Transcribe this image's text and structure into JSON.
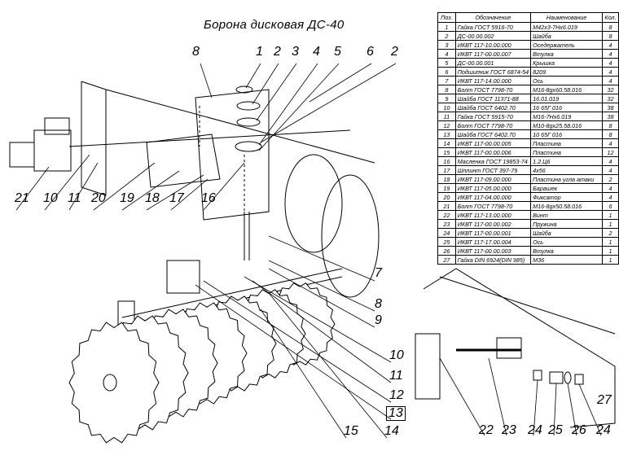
{
  "title": "Борона дисковая ДС-40",
  "table": {
    "headers": [
      "Поз.",
      "Обозначение",
      "Наименование",
      "Кол."
    ],
    "rows": [
      [
        "1",
        "Гайка ГОСТ 5916-70",
        "М42х3-7Нх6.019",
        "8"
      ],
      [
        "2",
        "ДС-00.00.002",
        "Шайба",
        "8"
      ],
      [
        "3",
        "ИКВТ 117-10.00.000",
        "Оседержатель",
        "4"
      ],
      [
        "4",
        "ИКВТ 117-00.00.007",
        "Втулка",
        "4"
      ],
      [
        "5",
        "ДС-00.00.001",
        "Крышка",
        "4"
      ],
      [
        "6",
        "Подшипник ГОСТ 6874-54",
        "8209",
        "4"
      ],
      [
        "7",
        "ИКВТ 117-14.00.000",
        "Ось",
        "4"
      ],
      [
        "8",
        "Болт ГОСТ 7798-70",
        "М16-8gх60.58.016",
        "32"
      ],
      [
        "9",
        "Шайба ГОСТ 11371-88",
        "16.01.019",
        "32"
      ],
      [
        "10",
        "Шайба ГОСТ 6402.70",
        "16 65Г 016",
        "38"
      ],
      [
        "11",
        "Гайка ГОСТ 5915-70",
        "М16-7Нх6.019",
        "38"
      ],
      [
        "12",
        "Болт ГОСТ 7798-70",
        "М10-8gх25.58.016",
        "8"
      ],
      [
        "13",
        "Шайба ГОСТ 6402.70",
        "10 65Г 016",
        "8"
      ],
      [
        "14",
        "ИКВТ 117-00.00.005",
        "Пластина",
        "4"
      ],
      [
        "15",
        "ИКВТ 117-00.00.006",
        "Пластина",
        "12"
      ],
      [
        "16",
        "Масленка ГОСТ 19853-74",
        "1.2.Ц6",
        "4"
      ],
      [
        "17",
        "Шплинт ГОСТ 397-79",
        "4х56",
        "4"
      ],
      [
        "18",
        "ИКВТ 117-09.00.000",
        "Пластина угла атаки",
        "2"
      ],
      [
        "19",
        "ИКВТ 117-05.00.000",
        "Барашек",
        "4"
      ],
      [
        "20",
        "ИКВТ 117-04.00.000",
        "Фиксатор",
        "4"
      ],
      [
        "21",
        "Болт ГОСТ 7798-70",
        "М16-8gх50.58.016",
        "6"
      ],
      [
        "22",
        "ИКВТ 117-13.00.000",
        "Винт",
        "1"
      ],
      [
        "23",
        "ИКВТ 117-00.00.002",
        "Пружина",
        "1"
      ],
      [
        "24",
        "ИКВТ 117-00.00.001",
        "Шайба",
        "2"
      ],
      [
        "25",
        "ИКВТ 117-17.00.004",
        "Ось",
        "1"
      ],
      [
        "26",
        "ИКВТ 117-00.00.003",
        "Втулка",
        "1"
      ],
      [
        "27",
        "Гайка DIN 6924(DIN 985)",
        "М36",
        "1"
      ]
    ]
  },
  "callouts": {
    "top": [
      "8",
      "1",
      "2",
      "3",
      "4",
      "5",
      "6",
      "2"
    ],
    "left": [
      "21",
      "10",
      "11",
      "20",
      "19",
      "18",
      "17",
      "16"
    ],
    "right": [
      "7",
      "8",
      "9",
      "10",
      "11",
      "12",
      "13",
      "14",
      "15"
    ],
    "inset": [
      "22",
      "23",
      "24",
      "25",
      "26",
      "27",
      "24"
    ]
  }
}
